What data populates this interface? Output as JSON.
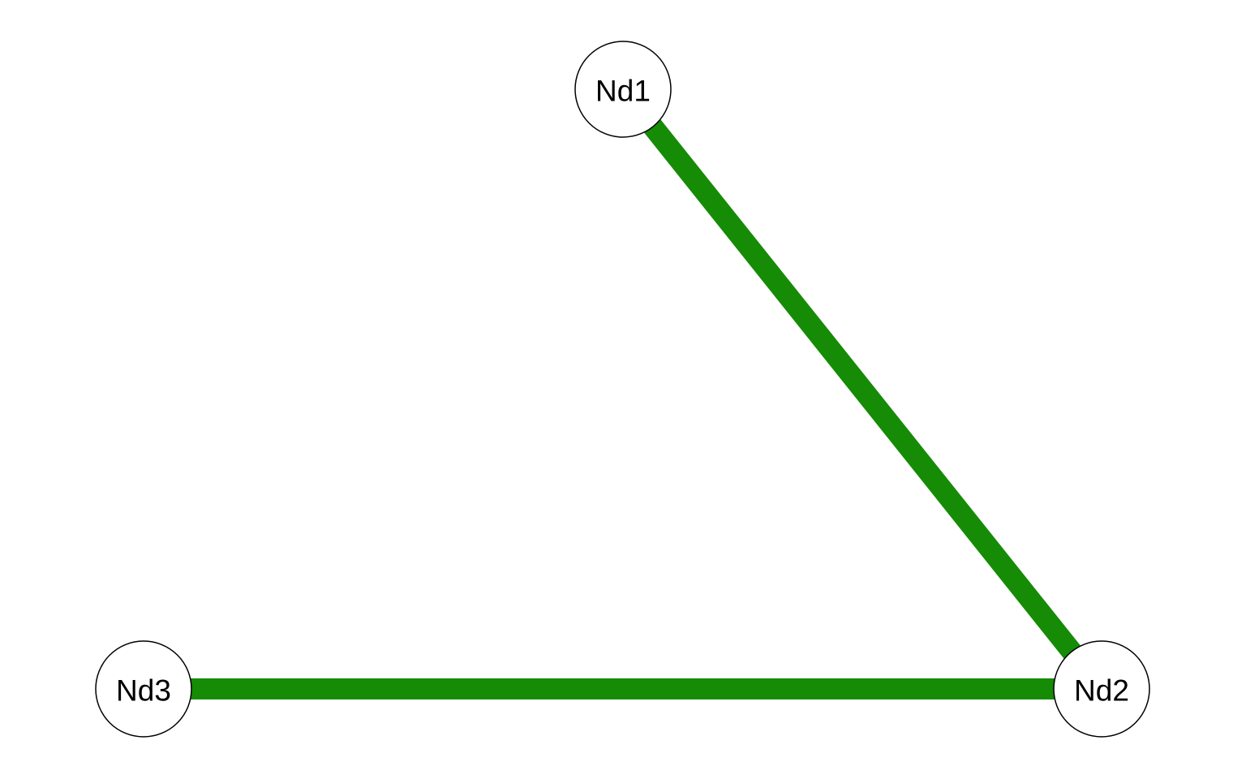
{
  "diagram": {
    "type": "network-graph",
    "edge_color": "#158b06",
    "node_fill": "#ffffff",
    "node_stroke": "#000000",
    "nodes": [
      {
        "id": "nd1",
        "label": "Nd1"
      },
      {
        "id": "nd2",
        "label": "Nd2"
      },
      {
        "id": "nd3",
        "label": "Nd3"
      }
    ],
    "edges": [
      {
        "from": "nd1",
        "to": "nd2"
      },
      {
        "from": "nd3",
        "to": "nd2"
      }
    ]
  }
}
